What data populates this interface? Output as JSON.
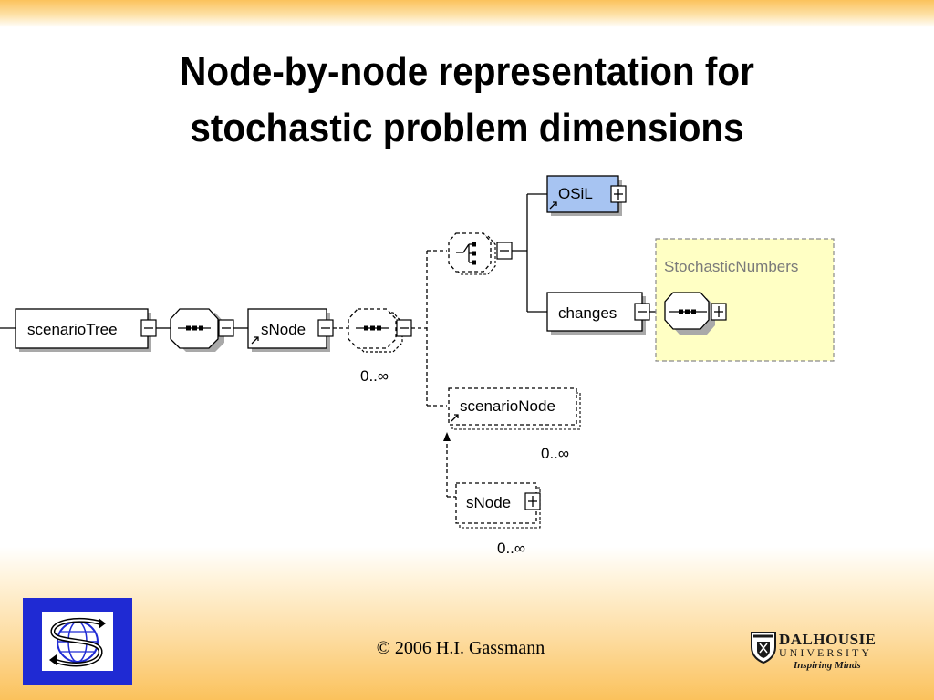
{
  "slide": {
    "title_line1": "Node-by-node representation for",
    "title_line2": "stochastic problem dimensions",
    "footer": "© 2006 H.I. Gassmann"
  },
  "diagram": {
    "scenario_tree_label": "scenarioTree",
    "snode_label": "sNode",
    "osil_label": "OSiL",
    "changes_label": "changes",
    "stochastic_numbers_label": "StochasticNumbers",
    "scenario_node_label": "scenarioNode",
    "snode_bottom_label": "sNode",
    "cardinality_snode_seq": "0..∞",
    "cardinality_scenario_node": "0..∞",
    "cardinality_snode_bottom": "0..∞"
  },
  "logos": {
    "right_name": "DALHOUSIE",
    "right_subtitle": "UNIVERSITY",
    "right_tagline": "Inspiring Minds"
  },
  "colors": {
    "top_band": "#fbc25c",
    "osil_fill": "#a7c4f2",
    "stochastic_fill": "#ffffc4",
    "left_logo_blue": "#1f2ad3"
  }
}
